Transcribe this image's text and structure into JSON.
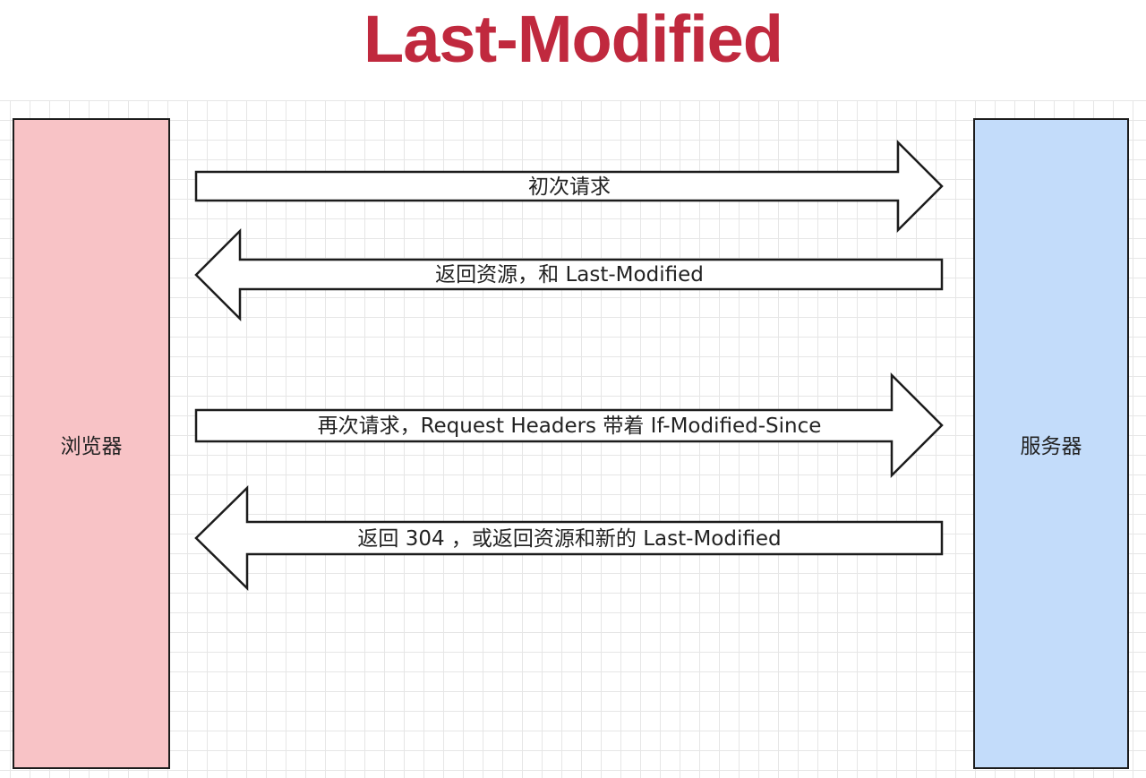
{
  "title": "Last-Modified",
  "browser": {
    "label": "浏览器"
  },
  "server": {
    "label": "服务器"
  },
  "arrows": [
    {
      "direction": "right",
      "label": "初次请求"
    },
    {
      "direction": "left",
      "label": "返回资源，和 Last-Modified"
    },
    {
      "direction": "right",
      "label": "再次请求，Request Headers 带着 If-Modified-Since"
    },
    {
      "direction": "left",
      "label": "返回 304 ，或返回资源和新的 Last-Modified"
    }
  ],
  "colors": {
    "title": "#c0293e",
    "browser_fill": "#f8c3c6",
    "server_fill": "#c3dcfa",
    "stroke": "#1c1c1c"
  }
}
